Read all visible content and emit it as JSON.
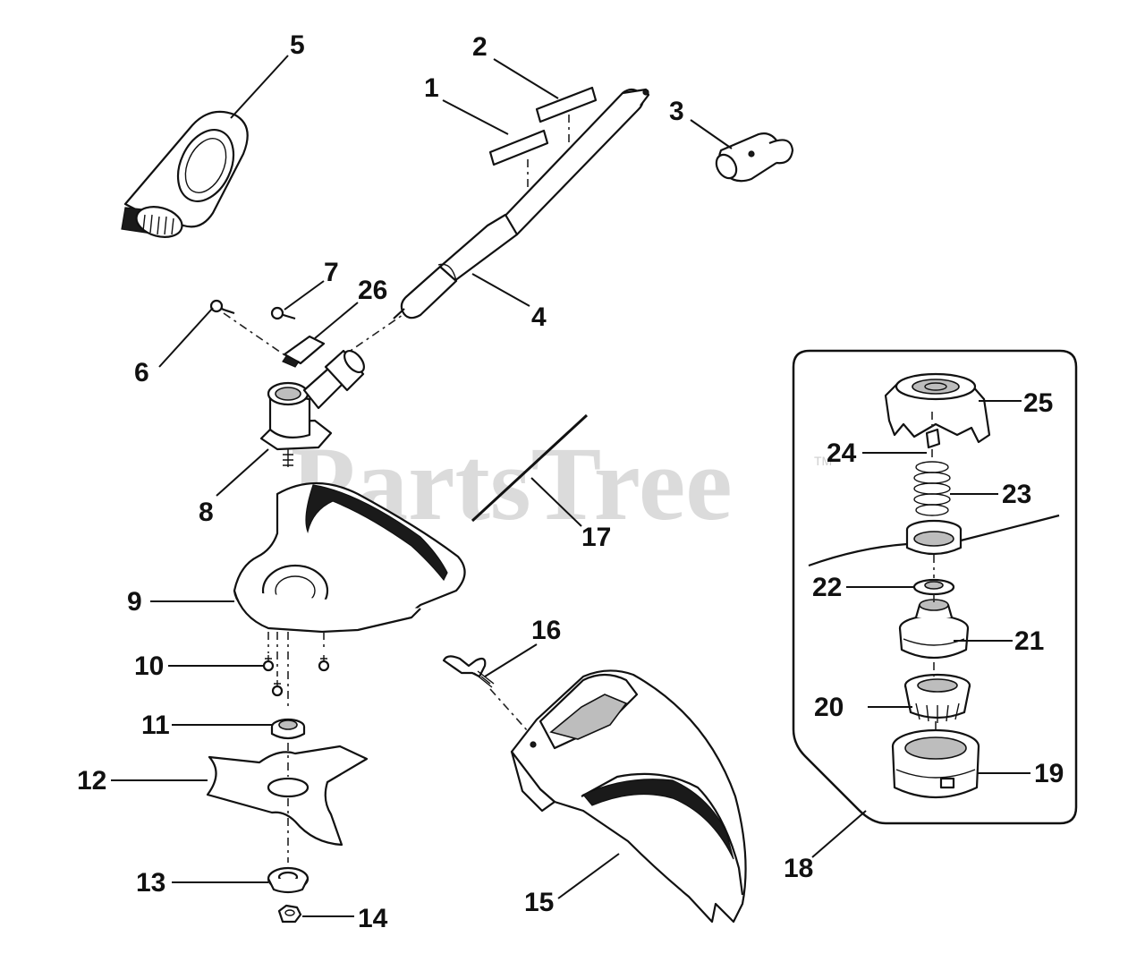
{
  "watermark": {
    "text": "PartsTree",
    "trademark": "TM"
  },
  "callouts": [
    {
      "id": "c1",
      "label": "1"
    },
    {
      "id": "c2",
      "label": "2"
    },
    {
      "id": "c3",
      "label": "3"
    },
    {
      "id": "c4",
      "label": "4"
    },
    {
      "id": "c5",
      "label": "5"
    },
    {
      "id": "c6",
      "label": "6"
    },
    {
      "id": "c7",
      "label": "7"
    },
    {
      "id": "c8",
      "label": "8"
    },
    {
      "id": "c9",
      "label": "9"
    },
    {
      "id": "c10",
      "label": "10"
    },
    {
      "id": "c11",
      "label": "11"
    },
    {
      "id": "c12",
      "label": "12"
    },
    {
      "id": "c13",
      "label": "13"
    },
    {
      "id": "c14",
      "label": "14"
    },
    {
      "id": "c15",
      "label": "15"
    },
    {
      "id": "c16",
      "label": "16"
    },
    {
      "id": "c17",
      "label": "17"
    },
    {
      "id": "c18",
      "label": "18"
    },
    {
      "id": "c19",
      "label": "19"
    },
    {
      "id": "c20",
      "label": "20"
    },
    {
      "id": "c21",
      "label": "21"
    },
    {
      "id": "c22",
      "label": "22"
    },
    {
      "id": "c23",
      "label": "23"
    },
    {
      "id": "c24",
      "label": "24"
    },
    {
      "id": "c25",
      "label": "25"
    },
    {
      "id": "c26",
      "label": "26"
    }
  ]
}
